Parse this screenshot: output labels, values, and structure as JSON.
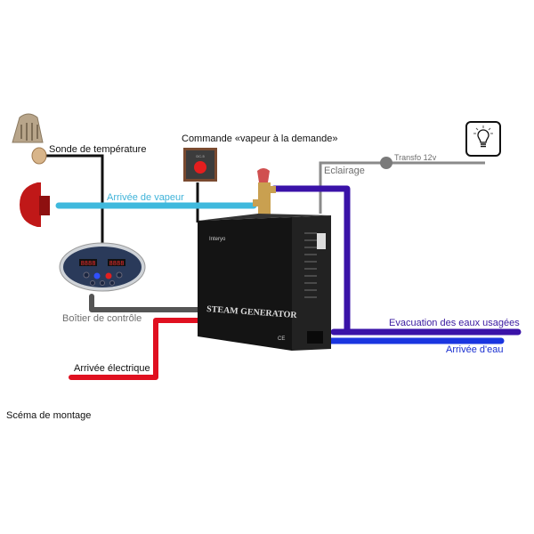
{
  "diagram": {
    "title": "Scéma de montage",
    "labels": {
      "sonde": "Sonde de température",
      "commande": "Commande «vapeur à la demande»",
      "eclairage": "Eclairage",
      "transfo": "Transfo 12v",
      "vapeur": "Arrivée de vapeur",
      "boitier": "Boîtier de contrôle",
      "electrique": "Arrivée électrique",
      "evacuation": "Evacuation des eaux usagées",
      "eau": "Arrivée d'eau"
    },
    "generator": {
      "brand": "Interyo",
      "label": "STEAM GENERATOR",
      "mark": "CE"
    },
    "control_panel": {
      "display_left": "8888",
      "display_right": "8888"
    },
    "switch_label": "DC-5",
    "colors": {
      "vapeur": "#3fb9dd",
      "sonde_line": "#111111",
      "boitier_line": "#555555",
      "electrique": "#e01020",
      "evacuation": "#3a12a8",
      "eau": "#1a35e0",
      "eclairage": "#8a8a8a"
    }
  }
}
